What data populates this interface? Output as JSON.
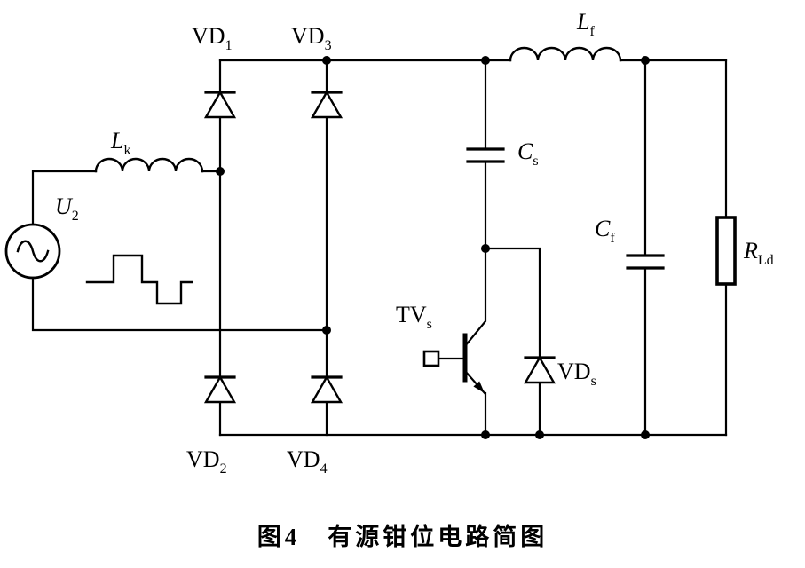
{
  "figure": {
    "caption": "图4　有源钳位电路简图"
  },
  "labels": {
    "vd1": {
      "main": "VD",
      "sub": "1"
    },
    "vd2": {
      "main": "VD",
      "sub": "2"
    },
    "vd3": {
      "main": "VD",
      "sub": "3"
    },
    "vd4": {
      "main": "VD",
      "sub": "4"
    },
    "vds": {
      "main": "VD",
      "sub": "s"
    },
    "lk": {
      "main": "L",
      "sub": "k"
    },
    "lf": {
      "main": "L",
      "sub": "f"
    },
    "u2": {
      "main": "U",
      "sub": "2"
    },
    "cs": {
      "main": "C",
      "sub": "s"
    },
    "cf": {
      "main": "C",
      "sub": "f"
    },
    "rld": {
      "main": "R",
      "sub": "Ld"
    },
    "tvs": {
      "main": "TV",
      "sub": "s"
    }
  },
  "colors": {
    "stroke": "#000000",
    "background": "#ffffff"
  }
}
